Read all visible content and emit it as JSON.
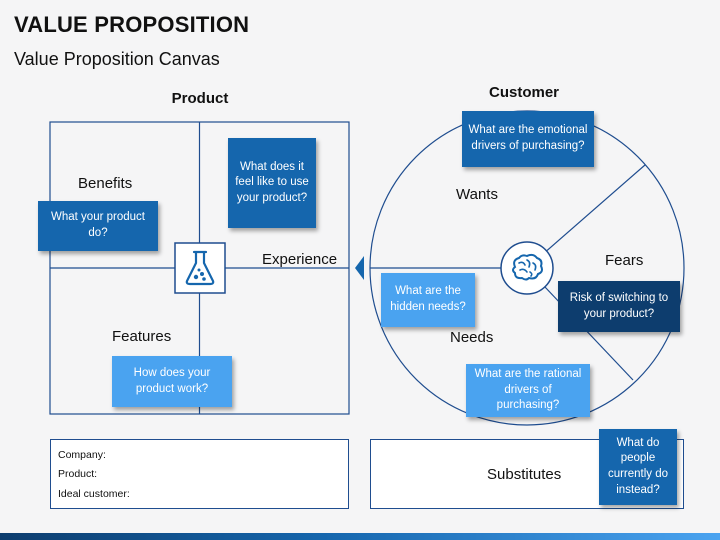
{
  "header": {
    "title": "VALUE PROPOSITION",
    "subtitle": "Value Proposition Canvas"
  },
  "product": {
    "heading": "Product",
    "benefits": "Benefits",
    "experience": "Experience",
    "features": "Features",
    "notes": {
      "benefits": "What your product do?",
      "experience": "What does it feel like to use your product?",
      "features": "How does your product work?"
    },
    "icon": "flask-icon"
  },
  "customer": {
    "heading": "Customer",
    "wants": "Wants",
    "fears": "Fears",
    "needs": "Needs",
    "notes": {
      "wants": "What are the emotional drivers of purchasing?",
      "fears": "Risk of switching to your product?",
      "needs_hidden": "What are the hidden needs?",
      "needs_rational": "What are the rational drivers of purchasing?"
    },
    "icon": "brain-icon"
  },
  "info_box": {
    "company": "Company:",
    "product": "Product:",
    "ideal_customer": "Ideal customer:"
  },
  "substitutes": {
    "label": "Substitutes",
    "note": "What do people currently do instead?"
  },
  "colors": {
    "dark": "#0d3d6e",
    "mid": "#1566ad",
    "light": "#4aa3f0",
    "line": "#1f4d8f"
  }
}
